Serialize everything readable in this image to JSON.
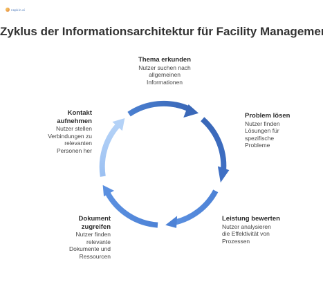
{
  "logo": {
    "text": "napkin.ai"
  },
  "title": "Zyklus der Informationsarchitektur für Facility Management",
  "colors": {
    "arc_dark": "#3a68b8",
    "arc_mid": "#4f86d8",
    "arc_light": "#a8c9f5"
  },
  "steps": [
    {
      "title": "Thema erkunden",
      "description": "Nutzer suchen nach\nallgemeinen\nInformationen"
    },
    {
      "title": "Problem lösen",
      "description": "Nutzer finden\nLösungen für\nspezifische\nProbleme"
    },
    {
      "title": "Leistung bewerten",
      "description": "Nutzer analysieren\ndie Effektivität von\nProzessen"
    },
    {
      "title": "Dokument\nzugreifen",
      "description": "Nutzer finden\nrelevante\nDokumente und\nRessourcen"
    },
    {
      "title": "Kontakt\naufnehmen",
      "description": "Nutzer stellen\nVerbindungen zu\nrelevanten\nPersonen her"
    }
  ]
}
